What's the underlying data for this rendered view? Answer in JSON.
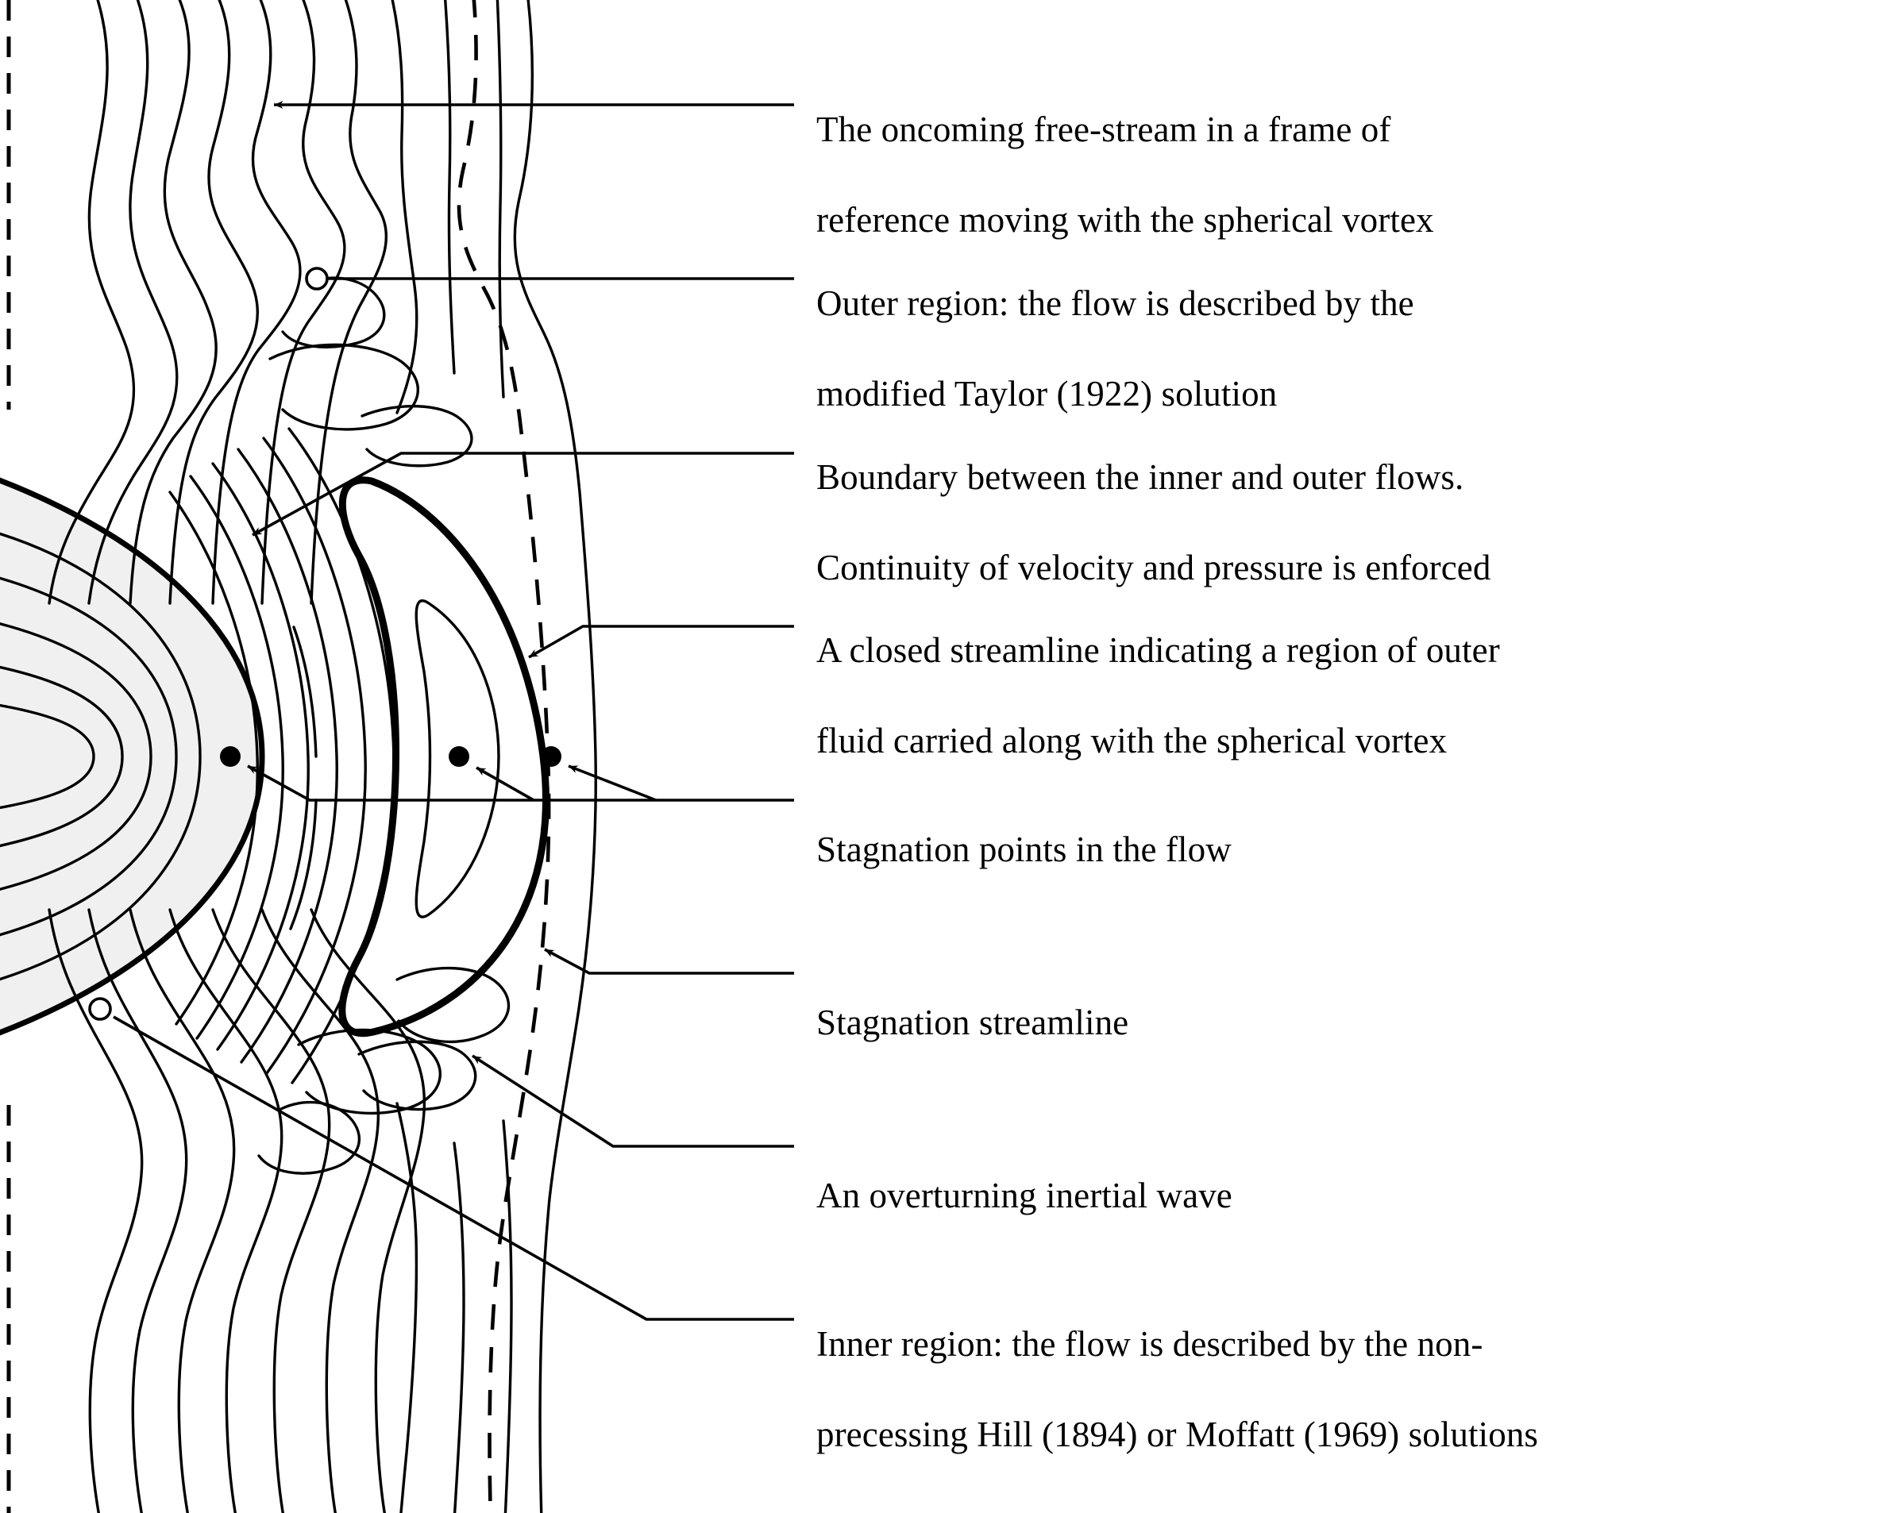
{
  "figure": {
    "title": "Annotated streamline diagram of a precessing spherical vortex",
    "background_color": "#ffffff",
    "line_color": "#000000",
    "sphere_fill_color": "#f0f0f0",
    "sphere_edge_color": "#000000"
  },
  "annotations": [
    {
      "id": "free-stream",
      "text": "The oncoming free-stream in a frame of\nreference moving with the spherical vortex",
      "line1": "The oncoming free-stream in a frame of",
      "line2": "reference moving with the spherical vortex"
    },
    {
      "id": "outer-region",
      "text": "Outer region: the flow is described by the\nmodified Taylor (1922) solution",
      "line1": "Outer region: the flow is described by the",
      "line2": "modified Taylor (1922) solution"
    },
    {
      "id": "boundary",
      "text": "Boundary between the inner and outer flows.\nContinuity of velocity and pressure is enforced",
      "line1": "Boundary between the inner and outer flows.",
      "line2": "Continuity of velocity and pressure is enforced"
    },
    {
      "id": "closed-streamline",
      "text": "A closed streamline indicating a region of outer\nfluid carried along with the spherical vortex",
      "line1": "A closed streamline indicating a region of outer",
      "line2": "fluid carried along with the spherical vortex"
    },
    {
      "id": "stagnation-points",
      "text": "Stagnation points in the flow",
      "line1": "Stagnation points in the flow",
      "line2": ""
    },
    {
      "id": "stagnation-streamline",
      "text": "Stagnation streamline",
      "line1": "Stagnation streamline",
      "line2": ""
    },
    {
      "id": "inertial-wave",
      "text": "An overturning inertial wave",
      "line1": "An overturning inertial wave",
      "line2": ""
    },
    {
      "id": "inner-region",
      "text": "Inner region: the flow is described by the non-\nprecessing Hill (1894) or Moffatt (1969) solutions",
      "line1": "Inner region: the flow is described by the non-",
      "line2": "precessing Hill (1894) or Moffatt (1969) solutions"
    }
  ],
  "markers": {
    "stagnation_points_filled": 3,
    "leader_endpoint_circles": 2
  }
}
